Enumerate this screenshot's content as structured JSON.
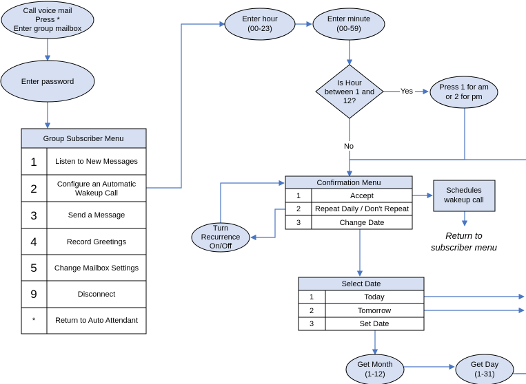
{
  "flow": {
    "start_lines": [
      "Call voice mail",
      "Press *",
      "Enter group mailbox"
    ],
    "password": "Enter password",
    "enter_hour": [
      "Enter hour",
      "(00-23)"
    ],
    "enter_minute": [
      "Enter minute",
      "(00-59)"
    ],
    "decision": [
      "Is Hour",
      "between 1 and",
      "12?"
    ],
    "yes_label": "Yes",
    "no_label": "No",
    "ampm": [
      "Press 1 for am",
      "or 2 for pm"
    ],
    "recurrence": [
      "Turn",
      "Recurrence",
      "On/Off"
    ],
    "schedules": [
      "Schedules",
      "wakeup call"
    ],
    "return_lines": [
      "Return to",
      "subscriber menu"
    ],
    "get_month": [
      "Get Month",
      "(1-12)"
    ],
    "get_day": [
      "Get Day",
      "(1-31)"
    ]
  },
  "group_menu": {
    "title": "Group Subscriber Menu",
    "rows": [
      {
        "key": "1",
        "label": [
          "Listen to New Messages"
        ]
      },
      {
        "key": "2",
        "label": [
          "Configure an Automatic",
          "Wakeup Call"
        ]
      },
      {
        "key": "3",
        "label": [
          "Send a Message"
        ]
      },
      {
        "key": "4",
        "label": [
          "Record Greetings"
        ]
      },
      {
        "key": "5",
        "label": [
          "Change Mailbox Settings"
        ]
      },
      {
        "key": "9",
        "label": [
          "Disconnect"
        ]
      },
      {
        "key": "*",
        "label": [
          "Return to Auto Attendant"
        ]
      }
    ]
  },
  "confirmation_menu": {
    "title": "Confirmation Menu",
    "rows": [
      {
        "key": "1",
        "label": "Accept"
      },
      {
        "key": "2",
        "label": "Repeat Daily / Don't Repeat"
      },
      {
        "key": "3",
        "label": "Change Date"
      }
    ]
  },
  "select_date": {
    "title": "Select Date",
    "rows": [
      {
        "key": "1",
        "label": "Today"
      },
      {
        "key": "2",
        "label": "Tomorrow"
      },
      {
        "key": "3",
        "label": "Set Date"
      }
    ]
  },
  "colors": {
    "node_fill": "#d6e0f2",
    "menu_header_fill": "#d6e0f2",
    "outline": "#000000",
    "arrow": "#4a76c2"
  }
}
